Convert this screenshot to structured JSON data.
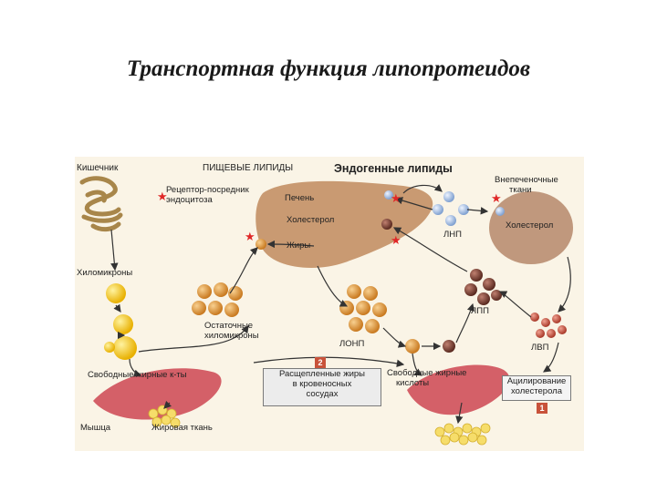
{
  "title": "Транспортная функция липопротеидов",
  "diagram": {
    "intestine": "Кишечник",
    "dietary_lipids": "ПИЩЕВЫЕ ЛИПИДЫ",
    "endogenous_lipids": "Эндогенные липиды",
    "extrahepatic_tissues": [
      "Внепеченочные",
      "ткани"
    ],
    "receptor": [
      "Рецептор-посредник",
      "эндоцитоза"
    ],
    "liver": "Печень",
    "cholesterol_liver": "Холестерол",
    "fats": "Жиры",
    "ldl": "ЛНП",
    "cholesterol_tissue": "Холестерол",
    "chylomicrons": "Хиломикроны",
    "remnants": [
      "Остаточные",
      "хиломикроны"
    ],
    "vldl": "ЛОНП",
    "idl": "ЛПП",
    "hdl": "ЛВП",
    "ffa_left": "Свободные жирные к-ты",
    "split_fats": [
      "Расщепленные жиры",
      "в кровеносных",
      "сосудах"
    ],
    "ffa_right": [
      "Свободные жирные",
      "кислоты"
    ],
    "acylation": [
      "Ацилирование",
      "холестерола"
    ],
    "muscle": "Мышца",
    "adipose": "Жировая ткань",
    "badge_split": "2",
    "badge_acyl": "1"
  },
  "colors": {
    "liver": "#c99a72",
    "tissue": "#b5876a",
    "chylomicron": "#f0c020",
    "remnant": "#e0a030",
    "vldl": "#d8963a",
    "ldl": "#9ab8e0",
    "idl": "#8a4a3a",
    "hdl": "#b84a3a",
    "muscle": "#d46068",
    "arrow": "#333333",
    "star": "#e02828"
  }
}
